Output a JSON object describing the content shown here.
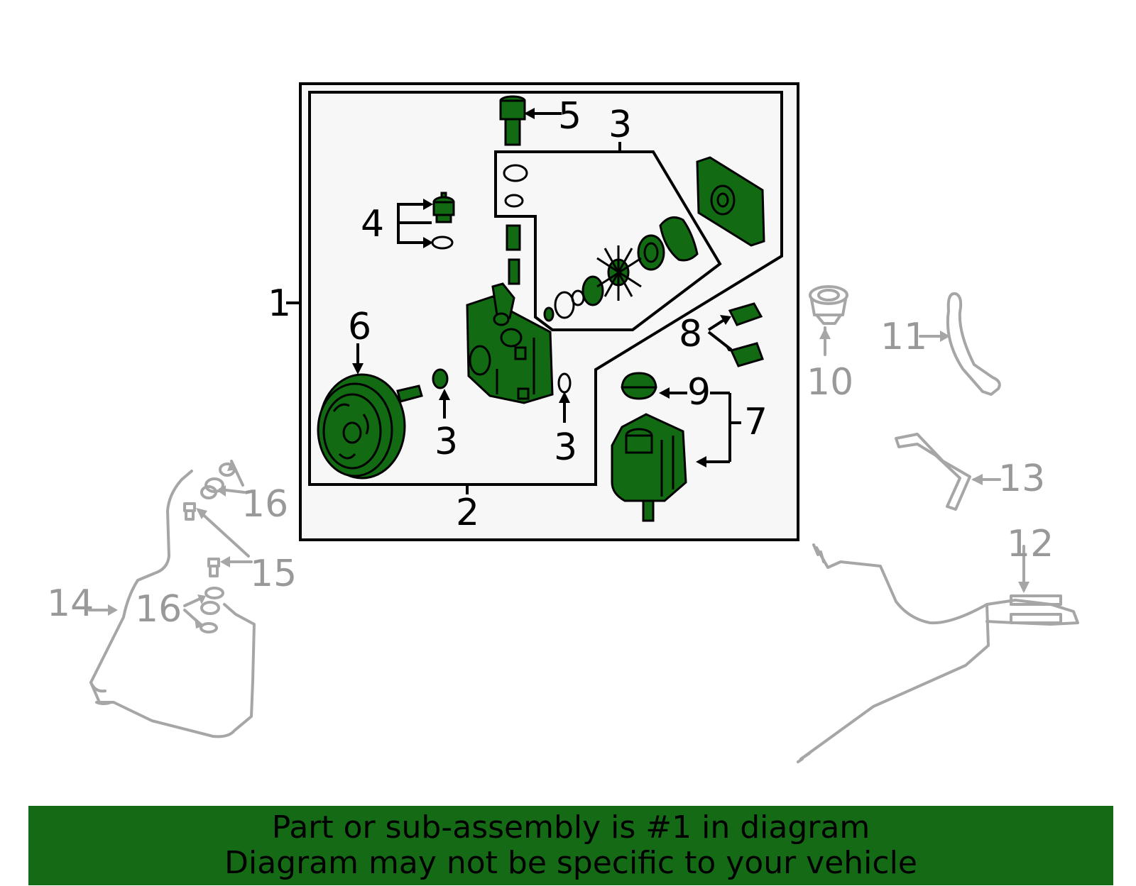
{
  "callouts": {
    "c1": "1",
    "c2": "2",
    "c3a": "3",
    "c3b": "3",
    "c3c": "3",
    "c4": "4",
    "c5": "5",
    "c6": "6",
    "c7": "7",
    "c8": "8",
    "c9": "9",
    "c10": "10",
    "c11": "11",
    "c12": "12",
    "c13": "13",
    "c14": "14",
    "c15": "15",
    "c16a": "16",
    "c16b": "16"
  },
  "footer": {
    "line1": "Part or sub-assembly is #1 in diagram",
    "line2": "Diagram may not be specific to your vehicle"
  },
  "colors": {
    "highlight": "#156a15",
    "part_fill": "#126b12",
    "muted": "#999999",
    "frame_bg": "#f7f7f7"
  }
}
